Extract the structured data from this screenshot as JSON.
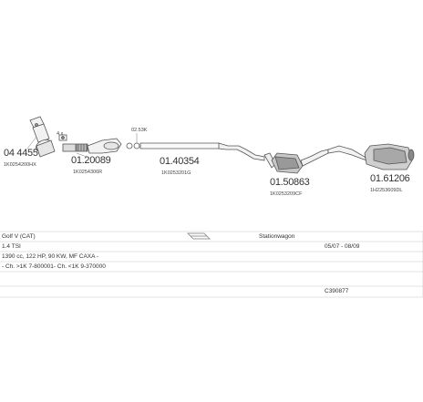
{
  "parts": [
    {
      "number": "04 4455",
      "code": "1K0254200HX"
    },
    {
      "number": "01.20089",
      "code": "1K0254306R"
    },
    {
      "number": "01.40354",
      "code": "1K0253201G"
    },
    {
      "number": "01.50863",
      "code": "1K0253209CF"
    },
    {
      "number": "01.61206",
      "code": "1H2253609DL"
    }
  ],
  "small_codes": [
    "4 x",
    "02.53K"
  ],
  "vehicle": {
    "model": "Golf V  (CAT)",
    "body": "Stationwagon",
    "engine": "1.4 TSI",
    "dates": "05/07 - 08/09",
    "spec": "1390 cc, 122 HP, 90 KW, MF CAXA -",
    "chassis": "- Ch. >1K 7-800001- Ch. <1K 9-370000",
    "kit_number": "C390877"
  }
}
